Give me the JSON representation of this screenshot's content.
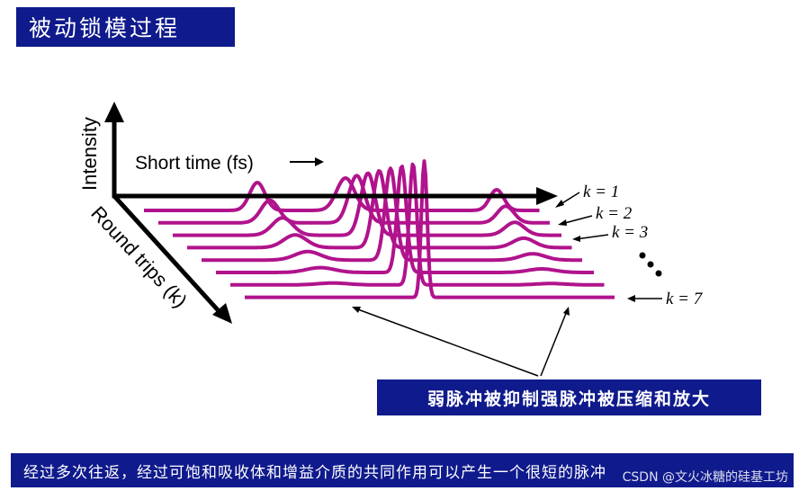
{
  "title": "被动锁模过程",
  "axes": {
    "intensity": "Intensity",
    "round_trips": "Round trips (k)",
    "time": "Short time (fs)"
  },
  "trip_labels": [
    "k = 1",
    "k = 2",
    "k = 3",
    "k = 7"
  ],
  "caption": "弱脉冲被抑制强脉冲被压缩和放大",
  "bottom_text": "经过多次往返，经过可饱和吸收体和增益介质的共同作用可以产生一个很短的脉冲",
  "watermark": "CSDN @文火冰糖的硅基工坊",
  "colors": {
    "pulse": "#b0138c",
    "box": "#0f1a8c",
    "axis": "#000000"
  }
}
